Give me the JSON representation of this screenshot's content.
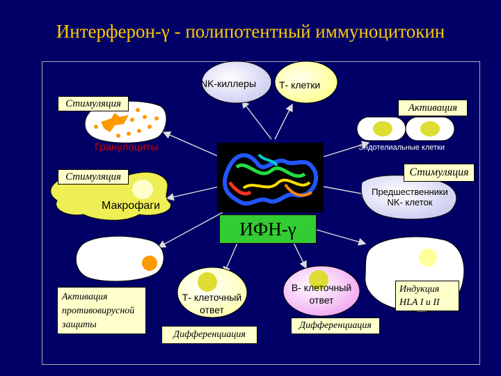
{
  "title": "Интерферон-γ - полипотентный иммуноцитокин",
  "center": {
    "label": "ИФН-γ"
  },
  "nodes": {
    "nk_killers": "NK-киллеры",
    "t_cells": "Т- клетки",
    "granulocytes": "Гранулоциты",
    "endothelial": "Эндотелиальные клетки",
    "macrophages": "Макрофаги",
    "nk_precursors": "Предшественники NK- клеток",
    "t_response": "Т- клеточный ответ",
    "b_response": "В- клеточный ответ"
  },
  "effects": {
    "stim_granulocytes": "Стимуляция",
    "activation_endothelial": "Активация",
    "stim_macrophages": "Стимуляция",
    "stim_nk": "Стимуляция",
    "antiviral": "Активация противовирусной защиты",
    "diff_t": "Дифференциация",
    "diff_b": "Дифференциация",
    "hla_induction": "Индукция HLA I и II"
  },
  "colors": {
    "background": "#000066",
    "title": "#ffcc00",
    "label_box": "#ffffcc",
    "cell_lavender": "#e0e0f8",
    "cell_yellow": "#ffff99",
    "macrophage": "#eeee55",
    "nucleus_orange": "#ff9900",
    "nucleus_yellow": "#dddd33",
    "t_cell": "#ffffcc",
    "b_cell": "#f8b8f8",
    "center_box": "#33cc33",
    "arrow": "#dddddd",
    "red_label": "#cc0000"
  }
}
